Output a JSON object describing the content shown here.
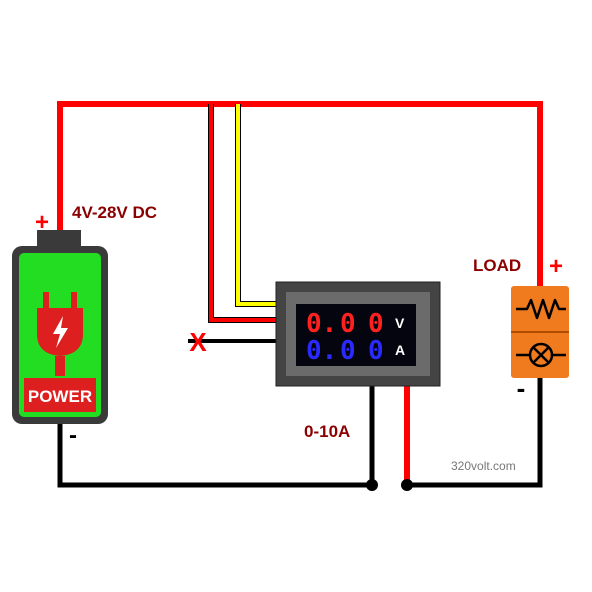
{
  "labels": {
    "supply": "4V-28V DC",
    "battery_plus": "+",
    "battery_minus": "-",
    "power": "POWER",
    "load": "LOAD",
    "load_plus": "+",
    "load_minus": "-",
    "range": "0-10A",
    "watermark": "320volt.com",
    "unused_wire": "X"
  },
  "meter": {
    "voltage_digits": [
      "0.",
      "0",
      "0"
    ],
    "current_digits": [
      "0.",
      "0",
      "0"
    ],
    "voltage_unit": "V",
    "current_unit": "A"
  },
  "colors": {
    "positive_wire": "#ff0000",
    "negative_wire": "#000000",
    "sense_wire": "#ffff00",
    "battery_fill": "#22dd22",
    "load_body": "#f07a1e",
    "voltage_digits": "#ff2020",
    "current_digits": "#2a2aff",
    "label_text": "#8b0000"
  }
}
